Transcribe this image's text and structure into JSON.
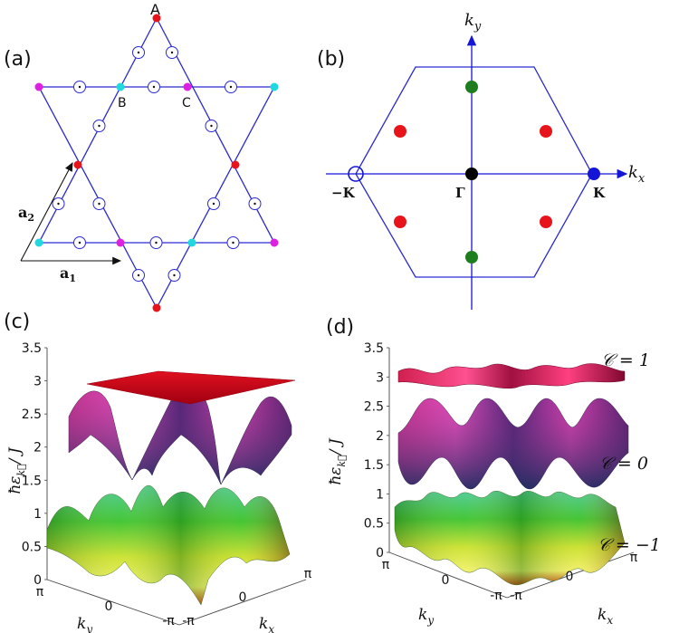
{
  "panels": {
    "a": {
      "label": "(a)",
      "site_A": "A",
      "site_B": "B",
      "site_C": "C",
      "vec_a1": "a",
      "vec_a1_sub": "1",
      "vec_a2": "a",
      "vec_a2_sub": "2"
    },
    "b": {
      "label": "(b)",
      "axis_kx": "k",
      "axis_kx_sub": "x",
      "axis_ky": "k",
      "axis_ky_sub": "y",
      "K_minus": "−K",
      "Gamma": "Γ",
      "K": "K"
    },
    "c": {
      "label": "(c)",
      "ylabel": "ħε_k/J",
      "yticks": [
        "3.5",
        "3",
        "2.5",
        "2",
        "1.5",
        "1",
        "0.5",
        "0"
      ],
      "xticks": [
        "π",
        "0",
        "-π",
        "-π",
        "0",
        "π"
      ],
      "xlabel_left": "k_y",
      "xlabel_right": "k_x"
    },
    "d": {
      "label": "(d)",
      "ylabel": "ħε_k/J",
      "yticks": [
        "3.5",
        "3",
        "2.5",
        "2",
        "1.5",
        "1",
        "0.5",
        "0"
      ],
      "xticks": [
        "π",
        "0",
        "-π",
        "-π",
        "0",
        "π"
      ],
      "xlabel_left": "k_y",
      "xlabel_right": "k_x",
      "chern_top": "𝒞 = 1",
      "chern_mid": "𝒞 = 0",
      "chern_bot": "𝒞 = −1"
    }
  },
  "colors": {
    "lattice": "#2a2ad0",
    "site_red": "#e8141c",
    "site_magenta": "#e020e0",
    "site_cyan": "#20d8e0",
    "dot_green": "#1e7d1e",
    "dot_black": "#000000",
    "dot_blue": "#1515d8"
  }
}
